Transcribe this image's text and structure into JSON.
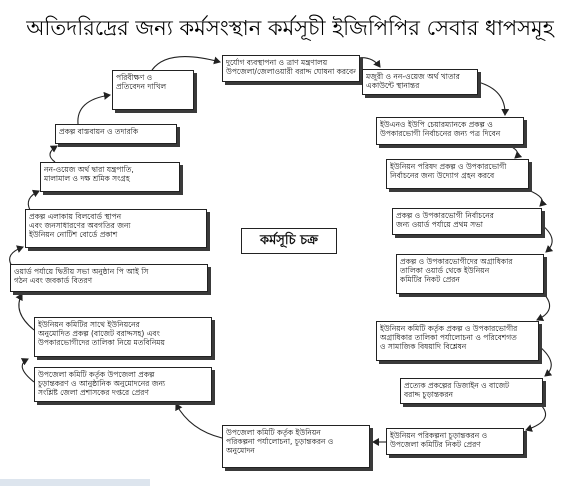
{
  "title": "অতিদরিদ্রের জন্য কর্মসংস্থান কর্মসূচী ইজিপিপির সেবার ধাপসমূহ",
  "center_label": "কর্মসূচি চক্র",
  "steps": [
    {
      "lines": [
        "দুর্যোগ ব্যবস্থাপনা ও ত্রাণ মন্ত্রণালয়",
        "উপজেলা/জেলাওয়ারী বরাদ্দ ঘোষনা করবেন"
      ]
    },
    {
      "lines": [
        "মজুরী ও নন-ওয়েজ অর্থ খাতার",
        "একাউন্টে স্থানান্তর"
      ]
    },
    {
      "lines": [
        "ইউএনও ইউপি চেয়ারম্যানকে প্রকল্প ও",
        "উপকারভোগী নির্বাচনের জন্য পত্র দিবেন"
      ]
    },
    {
      "lines": [
        "ইউনিয়ন পরিষদ প্রকল্প ও উপকারভোগী",
        "নির্বাচনের জন্য উদ্যোগ গ্রহন করবে"
      ]
    },
    {
      "lines": [
        "প্রকল্প ও উপকারভোগী নির্বাচনের",
        "জন্য ওয়ার্ড পর্যায়ে প্রথম সভা"
      ]
    },
    {
      "lines": [
        "প্রকল্প ও উপকারভোগীদের অগ্রাধিকার",
        "তালিকা ওয়ার্ড থেকে ইউনিয়ন",
        "কমিটির নিকট প্রেরন"
      ]
    },
    {
      "lines": [
        "ইউনিয়ন কমিটি কর্তৃক প্রকল্প ও উপকারভোগীর",
        "অগ্রাধিকার তালিকা পর্যালোচনা ও পরিবেশগত",
        "ও সামাজিক বিষয়াদি বিশ্লেষন"
      ]
    },
    {
      "lines": [
        "প্রত্যেক প্রকল্পের ডিজাইন ও বাজেট",
        "বরাদ্দ চুড়ান্তকরন"
      ]
    },
    {
      "lines": [
        "ইউনিয়ন পরিকল্পনা চুড়ান্তকরন ও",
        "উপজেলা কমিটির নিকট প্রেরণ"
      ]
    },
    {
      "lines": [
        "উপজেলা কমিটি কর্তৃক ইউনিয়ন",
        "পরিকল্পনা পর্যালোচনা, চূড়ান্তকরন ও",
        "অনুমোদন"
      ]
    },
    {
      "lines": [
        "উপজেলা কমিটি কর্তৃক উপজেলা প্রকল্প",
        "চুড়ান্তকরণ ও আনুষ্ঠানিক অনুমোদনের জন্য",
        "সংশ্লিষ্ট জেলা প্রশাসকের দপ্তরে প্রেরণ"
      ]
    },
    {
      "lines": [
        "ইউনিয়ন কমিটির সাথে ইউনিয়নের",
        "অনুমোদিত প্রকল্প (বাজেট বরাদ্দসহ) এবং",
        "উপকারভোগীদের তালিকা নিয়ে মতবিনিময়"
      ]
    },
    {
      "lines": [
        "ওয়ার্ড পর্যায়ে দ্বিতীয় সভা অনুষ্ঠান পি আই সি",
        "গঠন এবং জবকার্ড বিতরণ"
      ]
    },
    {
      "lines": [
        "প্রকল্প এলাকায় বিলবোর্ড স্থাপন",
        "এবং জনসাধারণের অবগতির জন্য",
        "ইউনিয়ন নোটিশ বোর্ডে প্রকাশ"
      ]
    },
    {
      "lines": [
        "নন-ওয়েজ অর্থ দ্বারা যন্ত্রপাতি,",
        "মালামাল ও দক্ষ শ্রমিক সংগ্রহ"
      ]
    },
    {
      "lines": [
        "প্রকল্প বাস্তবায়ন ও তদারকি"
      ]
    },
    {
      "lines": [
        "পরিবীক্ষণ ও",
        "প্রতিবেদন দাখিল"
      ]
    }
  ],
  "colors": {
    "line": "#222222",
    "shadow": "#3a3a3a",
    "background": "#ffffff"
  }
}
